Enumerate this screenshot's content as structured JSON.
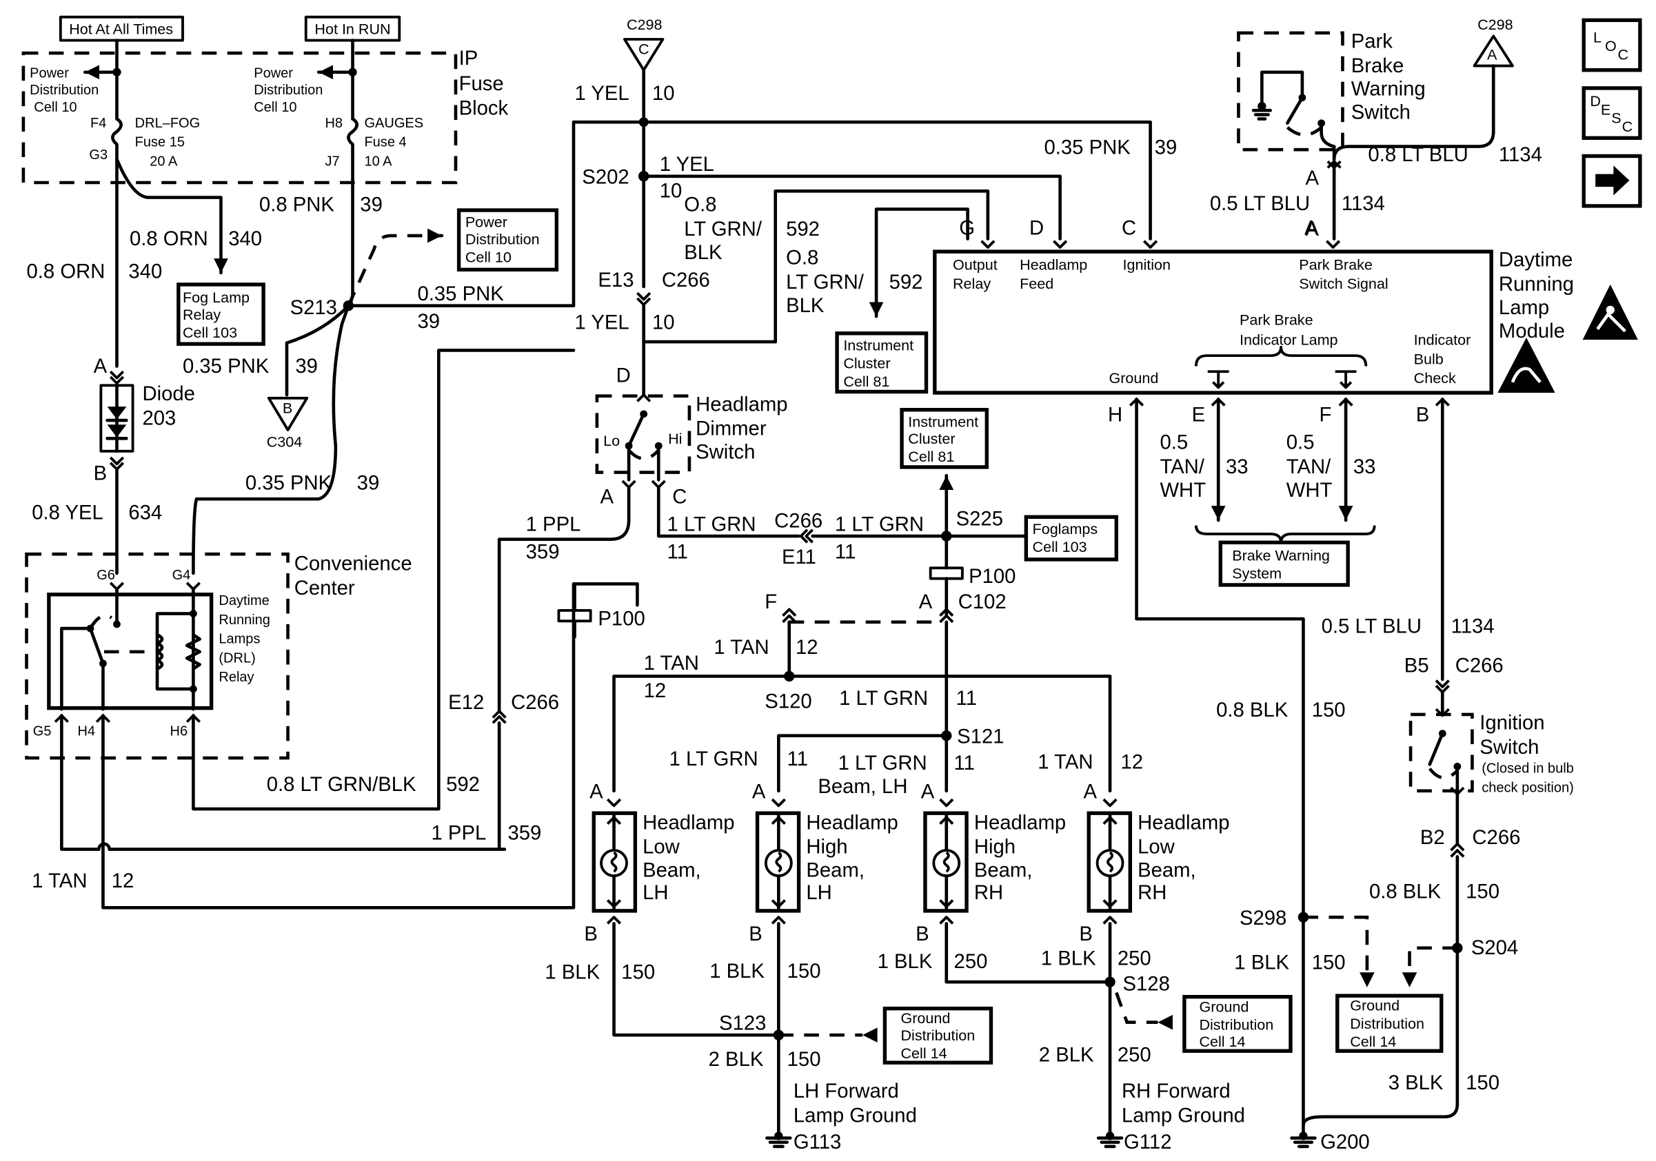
{
  "fuse_block": {
    "hot_at_all_times": "Hot At All Times",
    "hot_in_run": "Hot In RUN",
    "title": [
      "IP",
      "Fuse",
      "Block"
    ],
    "pdc_left": [
      "Power",
      "Distribution",
      "Cell 10"
    ],
    "pdc_right": [
      "Power",
      "Distribution",
      "Cell 10"
    ],
    "f4": "F4",
    "g3": "G3",
    "drl_fog": [
      "DRL–FOG",
      "Fuse 15",
      "20 A"
    ],
    "h8": "H8",
    "j7": "J7",
    "gauges": [
      "GAUGES",
      "Fuse 4",
      "10 A"
    ]
  },
  "connectors": {
    "c298_top": "C298",
    "c298_top_pin": "C",
    "c298_right": "C298",
    "c298_right_pin": "A",
    "c304": "C304",
    "c304_pin": "B",
    "e13": "E13",
    "c266_a": "C266",
    "e12": "E12",
    "c266_b": "C266",
    "c266_c": "C266",
    "e11": "E11",
    "c102": "C102",
    "c102_pin": "A",
    "p100_a": "P100",
    "p100_b": "P100",
    "pin_f": "F",
    "b5": "B5",
    "c266_d": "C266",
    "b2": "B2",
    "c266_e": "C266"
  },
  "splices": {
    "s202": "S202",
    "s213": "S213",
    "s225": "S225",
    "s120": "S120",
    "s121": "S121",
    "s123": "S123",
    "s128": "S128",
    "s298": "S298",
    "s204": "S204"
  },
  "wires": {
    "orn_340_a": "0.8 ORN",
    "orn_340_a_n": "340",
    "orn_340_b": "0.8 ORN",
    "orn_340_b_n": "340",
    "pnk_39_a": "0.8 PNK",
    "pnk_39_a_n": "39",
    "pnk_39_b": "0.35 PNK",
    "pnk_39_b_n": "39",
    "pnk_39_c": "0.35 PNK",
    "pnk_39_c_n": "39",
    "pnk_39_d": "0.35 PNK",
    "pnk_39_d_n": "39",
    "pnk_39_e": "0.35 PNK",
    "pnk_39_e_n": "39",
    "yel_634": "0.8 YEL",
    "yel_634_n": "634",
    "yel_10_a": "1 YEL",
    "yel_10_a_n": "10",
    "yel_10_b": "1 YEL",
    "yel_10_b_n": "10",
    "yel_10_c": "1 YEL",
    "yel_10_c_n": "10",
    "ltgrn_592_a": [
      "O.8",
      "LT GRN/",
      "BLK"
    ],
    "ltgrn_592_a_n": "592",
    "ltgrn_592_b": [
      "O.8",
      "LT GRN/",
      "BLK"
    ],
    "ltgrn_592_b_n": "592",
    "ltgrn_592_c": "0.8 LT GRN/BLK",
    "ltgrn_592_c_n": "592",
    "ppl_359_a": "1 PPL",
    "ppl_359_a_n": "359",
    "ppl_359_b": "1 PPL",
    "ppl_359_b_n": "359",
    "ltgrn_11_a": "1 LT GRN",
    "ltgrn_11_a_n": "11",
    "ltgrn_11_b": "1 LT GRN",
    "ltgrn_11_b_n": "11",
    "ltgrn_11_c": "1 LT GRN",
    "ltgrn_11_c_n": "11",
    "ltgrn_11_d": "1 LT GRN",
    "ltgrn_11_d_n": "11",
    "ltgrn_11_e": [
      "1 LT GRN",
      "Beam, LH"
    ],
    "ltgrn_11_e_n": "11",
    "tan_12_a": "1 TAN",
    "tan_12_a_n": "12",
    "tan_12_b": "1 TAN",
    "tan_12_b_n": "12",
    "tan_12_c": "1 TAN",
    "tan_12_c_n": "12",
    "tan_12_d": "1 TAN",
    "tan_12_d_n": "12",
    "ltblu_1134_a": "0.8 LT BLU",
    "ltblu_1134_a_n": "1134",
    "ltblu_1134_b": "0.5 LT BLU",
    "ltblu_1134_b_n": "1134",
    "ltblu_1134_c": "0.5 LT BLU",
    "ltblu_1134_c_n": "1134",
    "tanwht_33_a": [
      "0.5",
      "TAN/",
      "WHT"
    ],
    "tanwht_33_a_n": "33",
    "tanwht_33_b": [
      "0.5",
      "TAN/",
      "WHT"
    ],
    "tanwht_33_b_n": "33",
    "blk_150_a": "0.8 BLK",
    "blk_150_a_n": "150",
    "blk_150_b": "0.8 BLK",
    "blk_150_b_n": "150",
    "blk_150_c": "1 BLK",
    "blk_150_c_n": "150",
    "blk_150_d": "3 BLK",
    "blk_150_d_n": "150",
    "blk_150_e": "1 BLK",
    "blk_150_e_n": "150",
    "blk_150_f": "1 BLK",
    "blk_150_f_n": "150",
    "blk_150_g": "2 BLK",
    "blk_150_g_n": "150",
    "blk_250_a": "1 BLK",
    "blk_250_a_n": "250",
    "blk_250_b": "1 BLK",
    "blk_250_b_n": "250",
    "blk_250_c": "2 BLK",
    "blk_250_c_n": "250"
  },
  "module": {
    "title": [
      "Daytime",
      "Running",
      "Lamp",
      "Module"
    ],
    "output_relay": [
      "Output",
      "Relay"
    ],
    "pin_g": "G",
    "headlamp_feed": [
      "Headlamp",
      "Feed"
    ],
    "pin_d": "D",
    "ignition": "Ignition",
    "pin_c": "C",
    "park_brake_signal": [
      "Park Brake",
      "Switch Signal"
    ],
    "pin_a": "A",
    "park_brake_indicator": [
      "Park Brake",
      "Indicator Lamp"
    ],
    "indicator_check": [
      "Indicator",
      "Bulb",
      "Check"
    ],
    "ground": "Ground",
    "pin_h": "H",
    "pin_e": "E",
    "pin_f": "F",
    "pin_b": "B"
  },
  "components": {
    "park_brake_switch": [
      "Park",
      "Brake",
      "Warning",
      "Switch"
    ],
    "park_pin_a1": "A",
    "park_pin_a2": "A",
    "diode": [
      "Diode",
      "203"
    ],
    "diode_pin_a": "A",
    "diode_pin_b": "B",
    "convenience_center": [
      "Convenience",
      "Center"
    ],
    "drl_relay": [
      "Daytime",
      "Running",
      "Lamps",
      "(DRL)",
      "Relay"
    ],
    "g6": "G6",
    "g4": "G4",
    "g5": "G5",
    "h4": "H4",
    "h6": "H6",
    "dimmer": [
      "Headlamp",
      "Dimmer",
      "Switch"
    ],
    "lo": "Lo",
    "hi": "Hi",
    "dimmer_d": "D",
    "dimmer_a": "A",
    "dimmer_c": "C",
    "ignition_switch": [
      "Ignition",
      "Switch",
      "(Closed in bulb",
      "check position)"
    ],
    "hl_low_lh": [
      "Headlamp",
      "Low",
      "Beam,",
      "LH"
    ],
    "hl_high_lh": [
      "Headlamp",
      "High",
      "Beam,",
      "LH"
    ],
    "hl_high_rh": [
      "Headlamp",
      "High",
      "Beam,",
      "RH"
    ],
    "hl_low_rh": [
      "Headlamp",
      "Low",
      "Beam,",
      "RH"
    ],
    "pin_a": "A",
    "pin_b": "B",
    "lh_ground": [
      "LH Forward",
      "Lamp Ground"
    ],
    "g113": "G113",
    "rh_ground": [
      "RH Forward",
      "Lamp Ground"
    ],
    "g112": "G112",
    "g200": "G200"
  },
  "refs": {
    "fog_relay": [
      "Fog Lamp",
      "Relay",
      "Cell 103"
    ],
    "pdc": [
      "Power",
      "Distribution",
      "Cell 10"
    ],
    "ic_1": [
      "Instrument",
      "Cluster",
      "Cell 81"
    ],
    "ic_2": [
      "Instrument",
      "Cluster",
      "Cell 81"
    ],
    "foglamps": [
      "Foglamps",
      "Cell 103"
    ],
    "brake_warning": [
      "Brake Warning",
      "System"
    ],
    "gd_1": [
      "Ground",
      "Distribution",
      "Cell 14"
    ],
    "gd_2": [
      "Ground",
      "Distribution",
      "Cell 14"
    ],
    "gd_3": [
      "Ground",
      "Distribution",
      "Cell 14"
    ]
  },
  "icons": {
    "loc": [
      "L",
      "O",
      "C"
    ],
    "desc": [
      "D",
      "E",
      "S",
      "C"
    ],
    "arrow": "arrow-right",
    "esd": "esd-warning"
  }
}
